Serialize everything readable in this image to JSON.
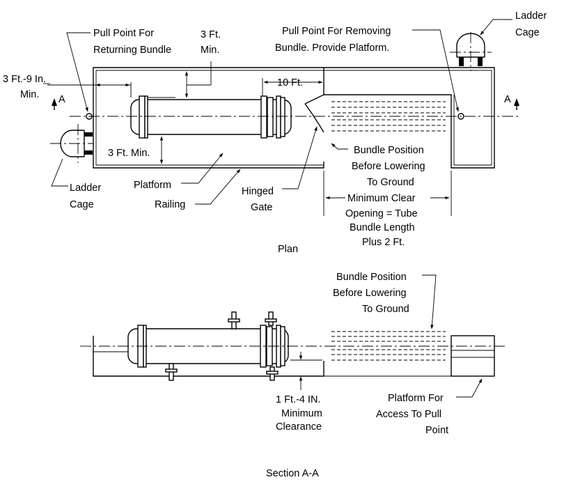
{
  "plan": {
    "caption": "Plan",
    "section_marker": "A",
    "labels": {
      "pull_return": [
        "Pull Point For",
        "Returning Bundle"
      ],
      "clear_3ft_top": [
        "3 Ft.",
        "Min."
      ],
      "pull_remove": [
        "Pull Point For Removing",
        "Bundle. Provide Platform."
      ],
      "ladder_cage": [
        "Ladder",
        "Cage"
      ],
      "clear_3ft9": [
        "3 Ft.-9 In.",
        "Min."
      ],
      "dim_10ft": "10 Ft.",
      "clear_3ft_bottom": "3 Ft. Min.",
      "bundle_position": [
        "Bundle Position",
        "Before Lowering",
        "To Ground"
      ],
      "platform": "Platform",
      "railing": "Railing",
      "hinged_gate": [
        "Hinged",
        "Gate"
      ],
      "min_opening": [
        "Minimum Clear",
        "Opening = Tube",
        "Bundle Length",
        "Plus 2 Ft."
      ]
    }
  },
  "section": {
    "caption": "Section A-A",
    "labels": {
      "bundle_position": [
        "Bundle Position",
        "Before Lowering",
        "To Ground"
      ],
      "clearance": [
        "1 Ft.-4 IN.",
        "Minimum",
        "Clearance"
      ],
      "platform_access": [
        "Platform For",
        "Access To Pull",
        "Point"
      ]
    }
  }
}
